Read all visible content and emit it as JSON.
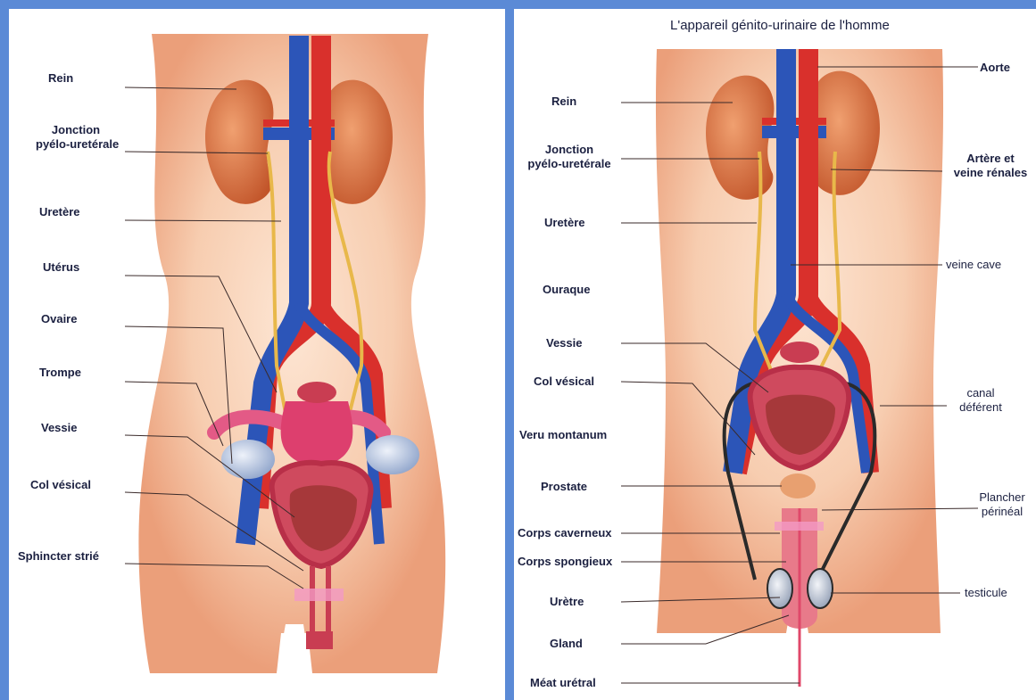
{
  "female": {
    "labels": {
      "rein": "Rein",
      "jonction_1": "Jonction",
      "jonction_2": "pyélo-uretérale",
      "uretere": "Uretère",
      "uterus": "Utérus",
      "ovaire": "Ovaire",
      "trompe": "Trompe",
      "vessie": "Vessie",
      "col_vesical": "Col vésical",
      "sphincter": "Sphincter strié"
    }
  },
  "male": {
    "title": "L'appareil génito-urinaire de l'homme",
    "labels": {
      "rein": "Rein",
      "jonction_1": "Jonction",
      "jonction_2": "pyélo-uretérale",
      "uretere": "Uretère",
      "ouraque": "Ouraque",
      "vessie": "Vessie",
      "col_vesical": "Col vésical",
      "veru": "Veru montanum",
      "prostate": "Prostate",
      "corps_caverneux": "Corps caverneux",
      "corps_spongieux": "Corps spongieux",
      "uretre": "Urètre",
      "gland": "Gland",
      "meat": "Méat urétral",
      "aorte": "Aorte",
      "artere_1": "Artère et",
      "artere_2": "veine rénales",
      "veine_cave": "veine cave",
      "canal_1": "canal",
      "canal_2": "déférent",
      "plancher_1": "Plancher",
      "plancher_2": "périnéal",
      "testicule": "testicule"
    }
  },
  "colors": {
    "frame": "#5b8ad6",
    "skin": "#f6c9a6",
    "artery": "#d9302c",
    "vein": "#2c55b8",
    "kidney": "#d8733c",
    "bladder": "#d8506a",
    "ureter": "#e8b84a",
    "label_text": "#1b2040"
  }
}
